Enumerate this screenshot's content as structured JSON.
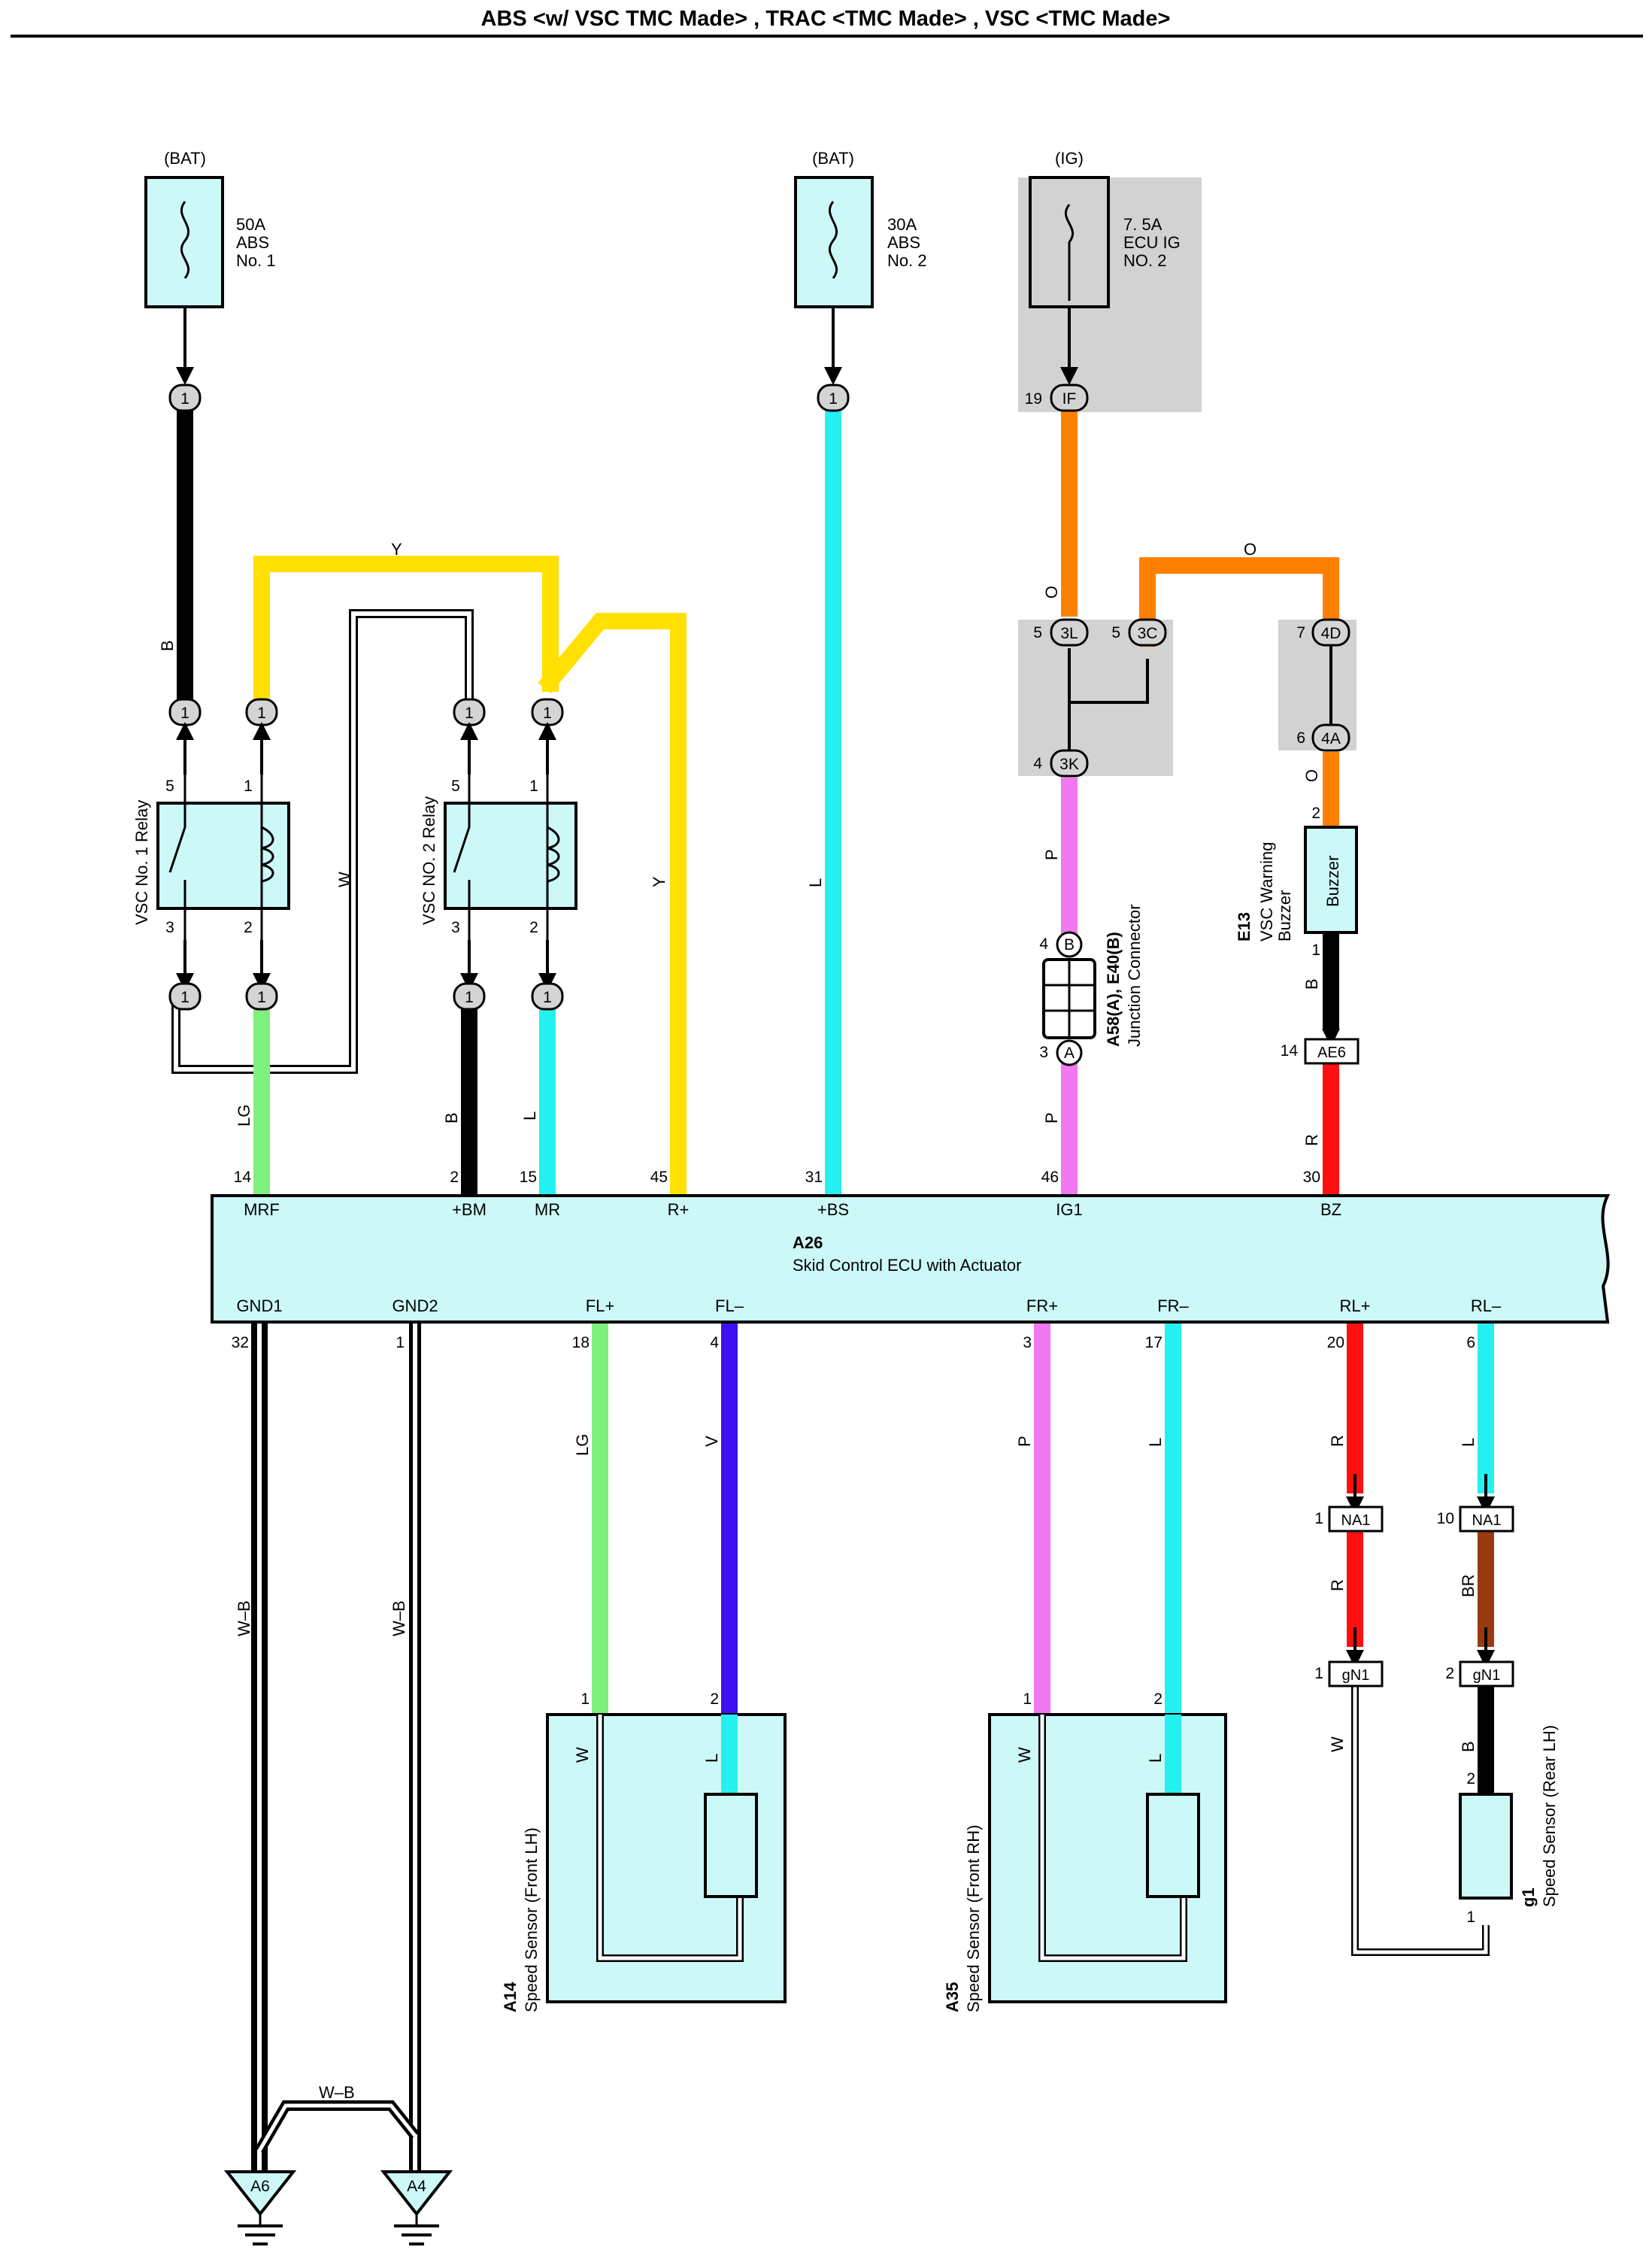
{
  "title": "ABS <w/ VSC TMC Made> , TRAC <TMC Made> , VSC <TMC Made>",
  "colors": {
    "B": "#000000",
    "Y": "#ffe000",
    "W": "#ffffff",
    "LG": "#7df07d",
    "L": "#24f0f0",
    "O": "#ff8000",
    "P": "#f078f0",
    "R": "#ff1010",
    "V": "#3c10f0",
    "BR": "#9b3a10",
    "W-B": "#ffffff",
    "box_fill": "#ccf8f8",
    "grey_area": "#d2d2d2"
  },
  "fuses": [
    {
      "source": "(BAT)",
      "lines": [
        "50A",
        "ABS",
        "No. 1"
      ]
    },
    {
      "source": "(BAT)",
      "lines": [
        "30A",
        "ABS",
        "No. 2"
      ]
    },
    {
      "source": "(IG)",
      "lines": [
        "7. 5A",
        "ECU IG",
        "NO. 2"
      ]
    }
  ],
  "relays": [
    {
      "name": "VSC No. 1 Relay",
      "pins": [
        "5",
        "1",
        "3",
        "2"
      ],
      "connector": "1"
    },
    {
      "name": "VSC NO. 2 Relay",
      "pins": [
        "5",
        "1",
        "3",
        "2"
      ],
      "connector": "1"
    }
  ],
  "junction": {
    "in_pin": "19",
    "in_code": "IF",
    "pins": [
      {
        "num": "5",
        "code": "3L"
      },
      {
        "num": "5",
        "code": "3C"
      },
      {
        "num": "4",
        "code": "3K"
      },
      {
        "num": "7",
        "code": "4D"
      },
      {
        "num": "6",
        "code": "4A"
      }
    ]
  },
  "junction_connector": {
    "id": "A58(A), E40(B)",
    "name": "Junction Connector",
    "pin_b_num": "4",
    "pin_b": "B",
    "pin_a_num": "3",
    "pin_a": "A"
  },
  "buzzer": {
    "id": "E13",
    "name_lines": [
      "VSC Warning",
      "Buzzer"
    ],
    "label": "Buzzer",
    "pin_top": "2",
    "pin_bottom": "1",
    "conn_num": "14",
    "conn_code": "AE6"
  },
  "ecu": {
    "id": "A26",
    "name": "Skid Control ECU with Actuator",
    "top_terminals": [
      {
        "pin": "14",
        "name": "MRF"
      },
      {
        "pin": "2",
        "name": "+BM"
      },
      {
        "pin": "15",
        "name": "MR"
      },
      {
        "pin": "45",
        "name": "R+"
      },
      {
        "pin": "31",
        "name": "+BS"
      },
      {
        "pin": "46",
        "name": "IG1"
      },
      {
        "pin": "30",
        "name": "BZ"
      }
    ],
    "bottom_terminals": [
      {
        "pin": "32",
        "name": "GND1"
      },
      {
        "pin": "1",
        "name": "GND2"
      },
      {
        "pin": "18",
        "name": "FL+"
      },
      {
        "pin": "4",
        "name": "FL–"
      },
      {
        "pin": "3",
        "name": "FR+"
      },
      {
        "pin": "17",
        "name": "FR–"
      },
      {
        "pin": "20",
        "name": "RL+"
      },
      {
        "pin": "6",
        "name": "RL–"
      }
    ]
  },
  "wire_labels": {
    "fuse1": "B",
    "y_top": "Y",
    "relay_w": "W",
    "relay2_y": "Y",
    "bs": "L",
    "ig_o": "O",
    "buzzer_o_top": "O",
    "p_upper": "P",
    "p_lower": "P",
    "buzzer_o": "O",
    "buzzer_b": "B",
    "bz_r": "R",
    "mrf": "LG",
    "bm": "B",
    "mr": "L",
    "gnd1": "W–B",
    "gnd2": "W–B",
    "gnd_join": "W–B",
    "fl_plus": "LG",
    "fl_minus": "V",
    "fr_plus": "P",
    "fr_minus": "L",
    "rl_plus_upper": "R",
    "rl_plus_mid": "R",
    "rl_minus_upper": "L",
    "rl_minus_mid": "BR",
    "a14_w": "W",
    "a14_l": "L",
    "a35_w": "W",
    "a35_l": "L",
    "g1_w": "W",
    "g1_b": "B"
  },
  "connectors": {
    "na1_pin1": "1",
    "na1_pin10": "10",
    "na1": "NA1",
    "gn1_pin1": "1",
    "gn1_pin2": "2",
    "gn1": "gN1"
  },
  "sensors": [
    {
      "id": "A14",
      "name": "Speed Sensor (Front LH)",
      "pin1": "1",
      "pin2": "2"
    },
    {
      "id": "A35",
      "name": "Speed Sensor (Front RH)",
      "pin1": "1",
      "pin2": "2"
    },
    {
      "id": "g1",
      "name": "Speed Sensor (Rear LH)",
      "pin_top": "2",
      "pin_bottom": "1"
    }
  ],
  "grounds": [
    "A6",
    "A4"
  ]
}
